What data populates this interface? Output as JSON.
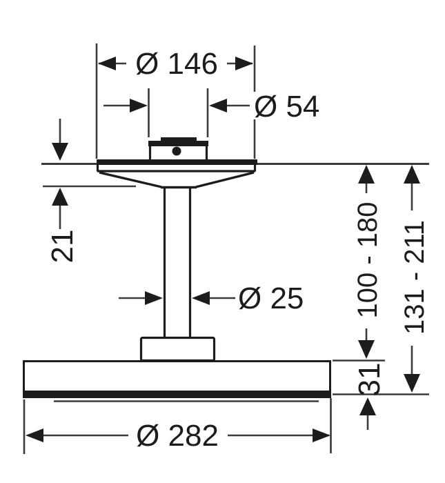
{
  "drawing": {
    "dimensions": {
      "ceiling_plate_diameter": "Ø 146",
      "connector_diameter": "Ø 54",
      "plate_height": "21",
      "pipe_diameter": "Ø 25",
      "ceiling_to_head_top": "100 - 180",
      "ceiling_to_head_bottom": "131 - 211",
      "head_height": "31",
      "head_diameter": "Ø 282"
    },
    "colors": {
      "line": "#1c1c1c",
      "thin": "#3a3a3a",
      "background": "#ffffff"
    }
  }
}
